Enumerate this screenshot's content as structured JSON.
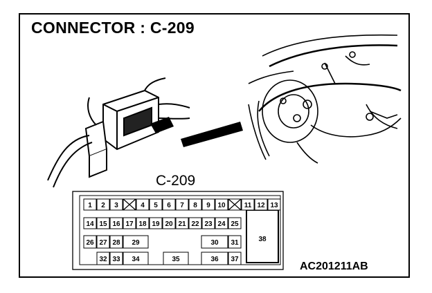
{
  "title": "CONNECTOR : C-209",
  "connector_label": "C-209",
  "part_code": "AC201211AB",
  "pins": {
    "row1": [
      "1",
      "2",
      "3",
      "",
      "4",
      "5",
      "6",
      "7",
      "8",
      "9",
      "10",
      "",
      "11",
      "12",
      "13"
    ],
    "row2": [
      "14",
      "15",
      "16",
      "17",
      "18",
      "19",
      "20",
      "21",
      "22",
      "23",
      "24",
      "25"
    ],
    "row3": [
      "26",
      "27",
      "28",
      "29",
      "30",
      "31"
    ],
    "row4": [
      "32",
      "33",
      "34",
      "35",
      "36",
      "37"
    ],
    "large_pin": "38"
  },
  "icons": [
    "connector-illustration",
    "harness-illustration",
    "pointer-arrow",
    "blank-cavity-x-icon"
  ]
}
